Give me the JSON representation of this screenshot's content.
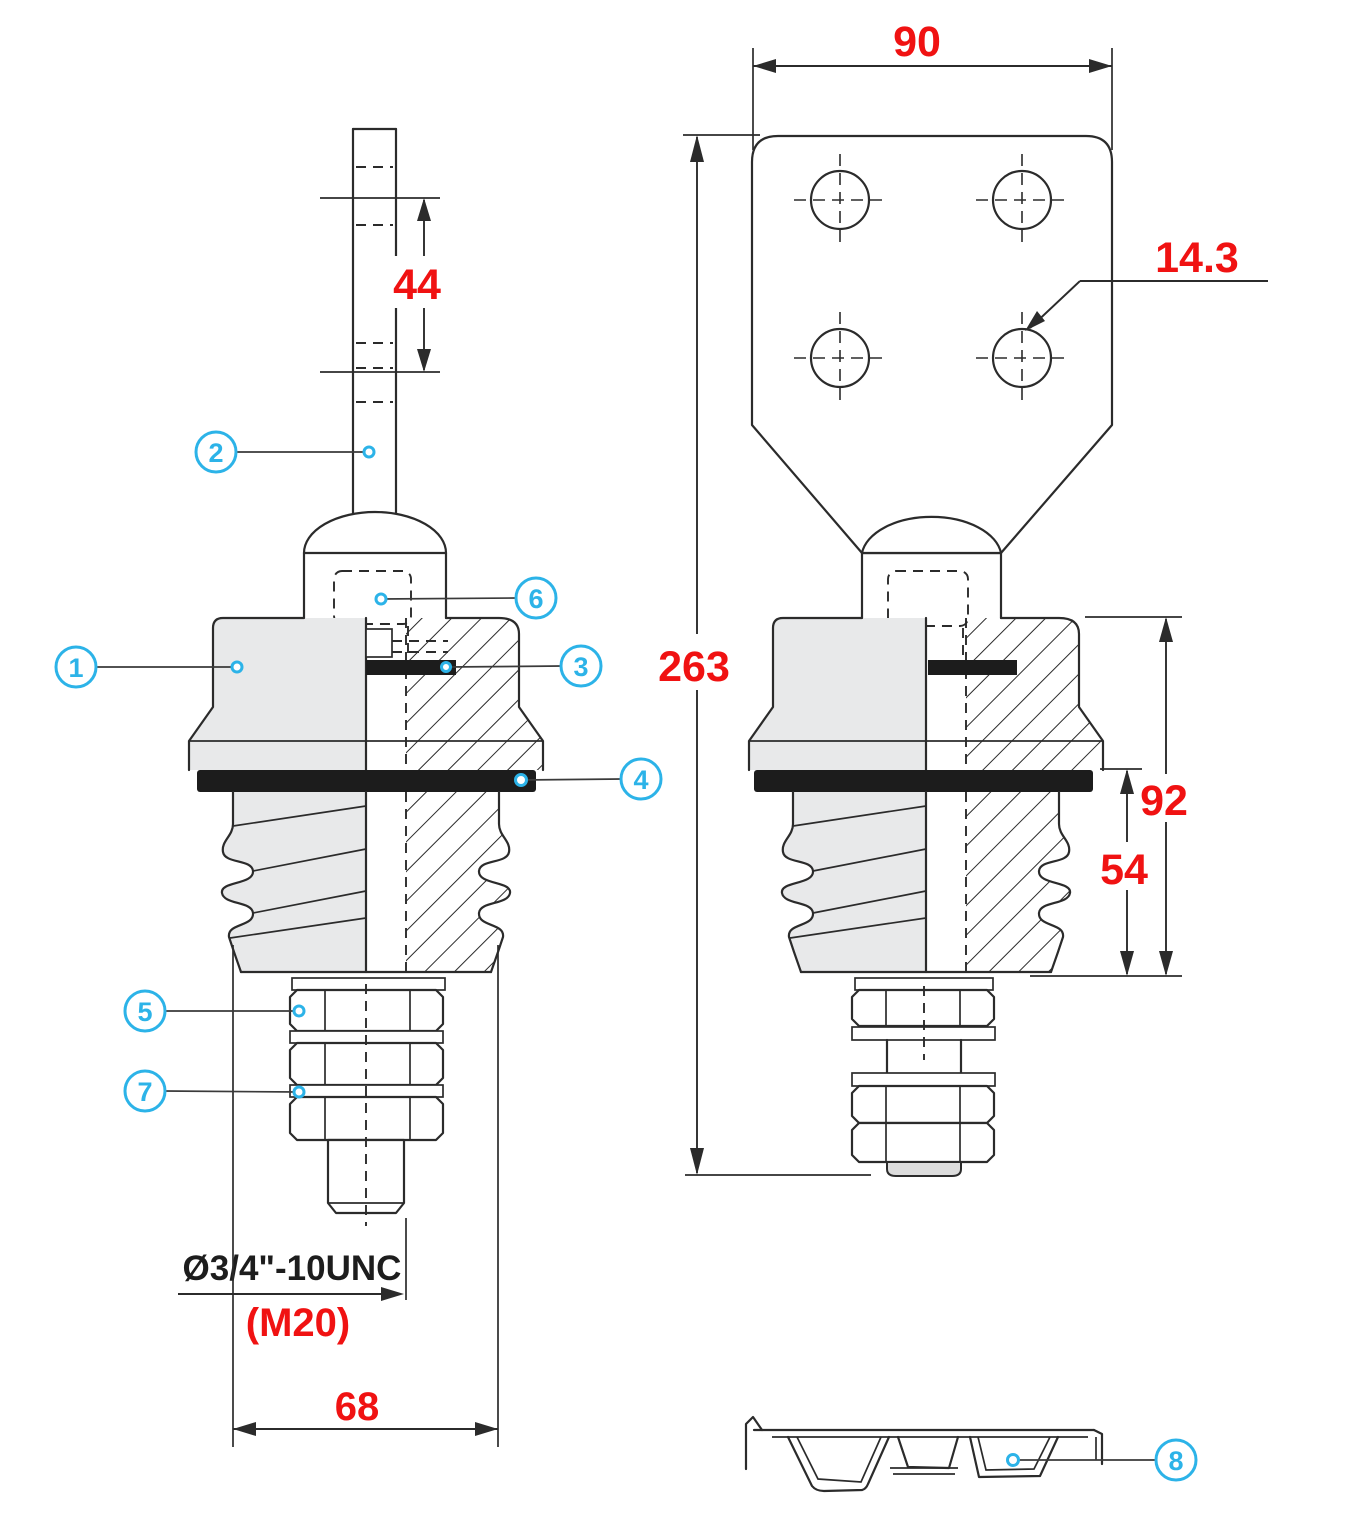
{
  "drawing_title": "terminal bushing section drawing",
  "colors": {
    "dimension_red": "#f01212",
    "callout_cyan": "#2cb3e8",
    "line": "#2b2b2b",
    "body_gray": "#e8e9ea"
  },
  "dimensions": {
    "bracket_width": "90",
    "hole_diameter": "14.3",
    "thread_length": "44",
    "total_height": "263",
    "lower_height": "92",
    "shed_height": "54",
    "flange_width": "68",
    "thread_spec": "Ø3/4\"-10UNC",
    "thread_metric": "(M20)"
  },
  "callouts": [
    "1",
    "2",
    "3",
    "4",
    "5",
    "6",
    "7",
    "8"
  ]
}
